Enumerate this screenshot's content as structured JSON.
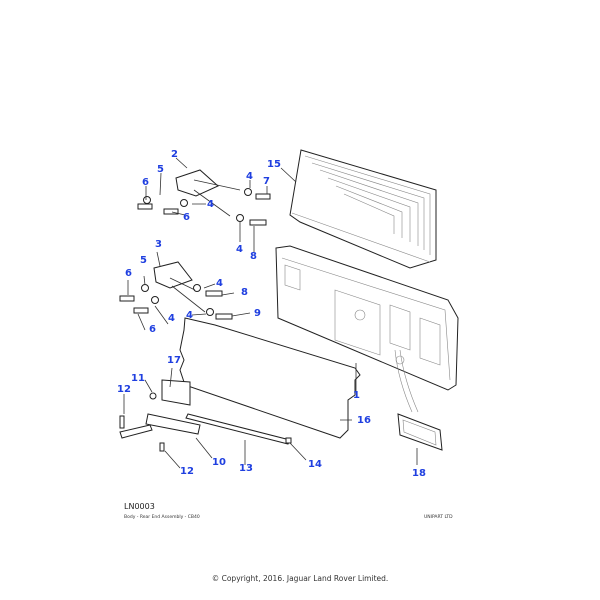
{
  "diagram": {
    "reference_code": "LN0003",
    "caption": "Body - Rear End  Assembly - CB40",
    "manufacturer": "UNIPART LTD",
    "copyright": "© Copyright, 2016. Jaguar Land Rover Limited.",
    "callouts": {
      "c1": "1",
      "c2": "2",
      "c3": "3",
      "c4a": "4",
      "c4b": "4",
      "c4c": "4",
      "c4d": "4",
      "c4e": "4",
      "c4f": "4",
      "c5a": "5",
      "c5b": "5",
      "c6a": "6",
      "c6b": "6",
      "c6c": "6",
      "c6d": "6",
      "c7": "7",
      "c8a": "8",
      "c8b": "8",
      "c9": "9",
      "c10": "10",
      "c11": "11",
      "c12a": "12",
      "c12b": "12",
      "c13": "13",
      "c14": "14",
      "c15": "15",
      "c16": "16",
      "c17": "17",
      "c18": "18"
    },
    "callout_color": "#1f3fe0"
  }
}
